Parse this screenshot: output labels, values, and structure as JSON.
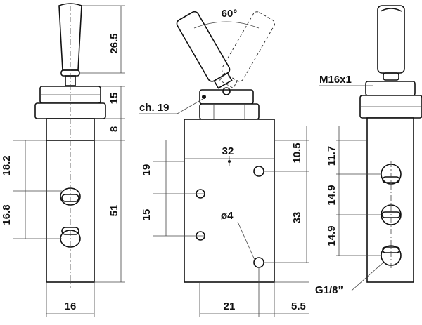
{
  "views": {
    "front": {
      "dims": {
        "lever_height": "26.5",
        "nut_height": "15",
        "flange_height": "8",
        "body_height": "51",
        "port_spacing_top": "18.2",
        "port_spacing": "16.8",
        "body_width": "16"
      }
    },
    "side": {
      "dims": {
        "lever_angle": "60°",
        "wrench_label": "ch. 19",
        "top_width": "32",
        "hole_offset_top": "19",
        "hole_spacing": "15",
        "hole_diameter": "ø4",
        "right_offset": "10.5",
        "hole_vertical": "33",
        "bottom_width": "21",
        "bottom_offset": "5.5"
      }
    },
    "right": {
      "dims": {
        "thread_label": "M16x1",
        "port_offset": "11.7",
        "port_spacing_1": "14.9",
        "port_spacing_2": "14.9",
        "port_thread": "G1/8”"
      }
    }
  }
}
